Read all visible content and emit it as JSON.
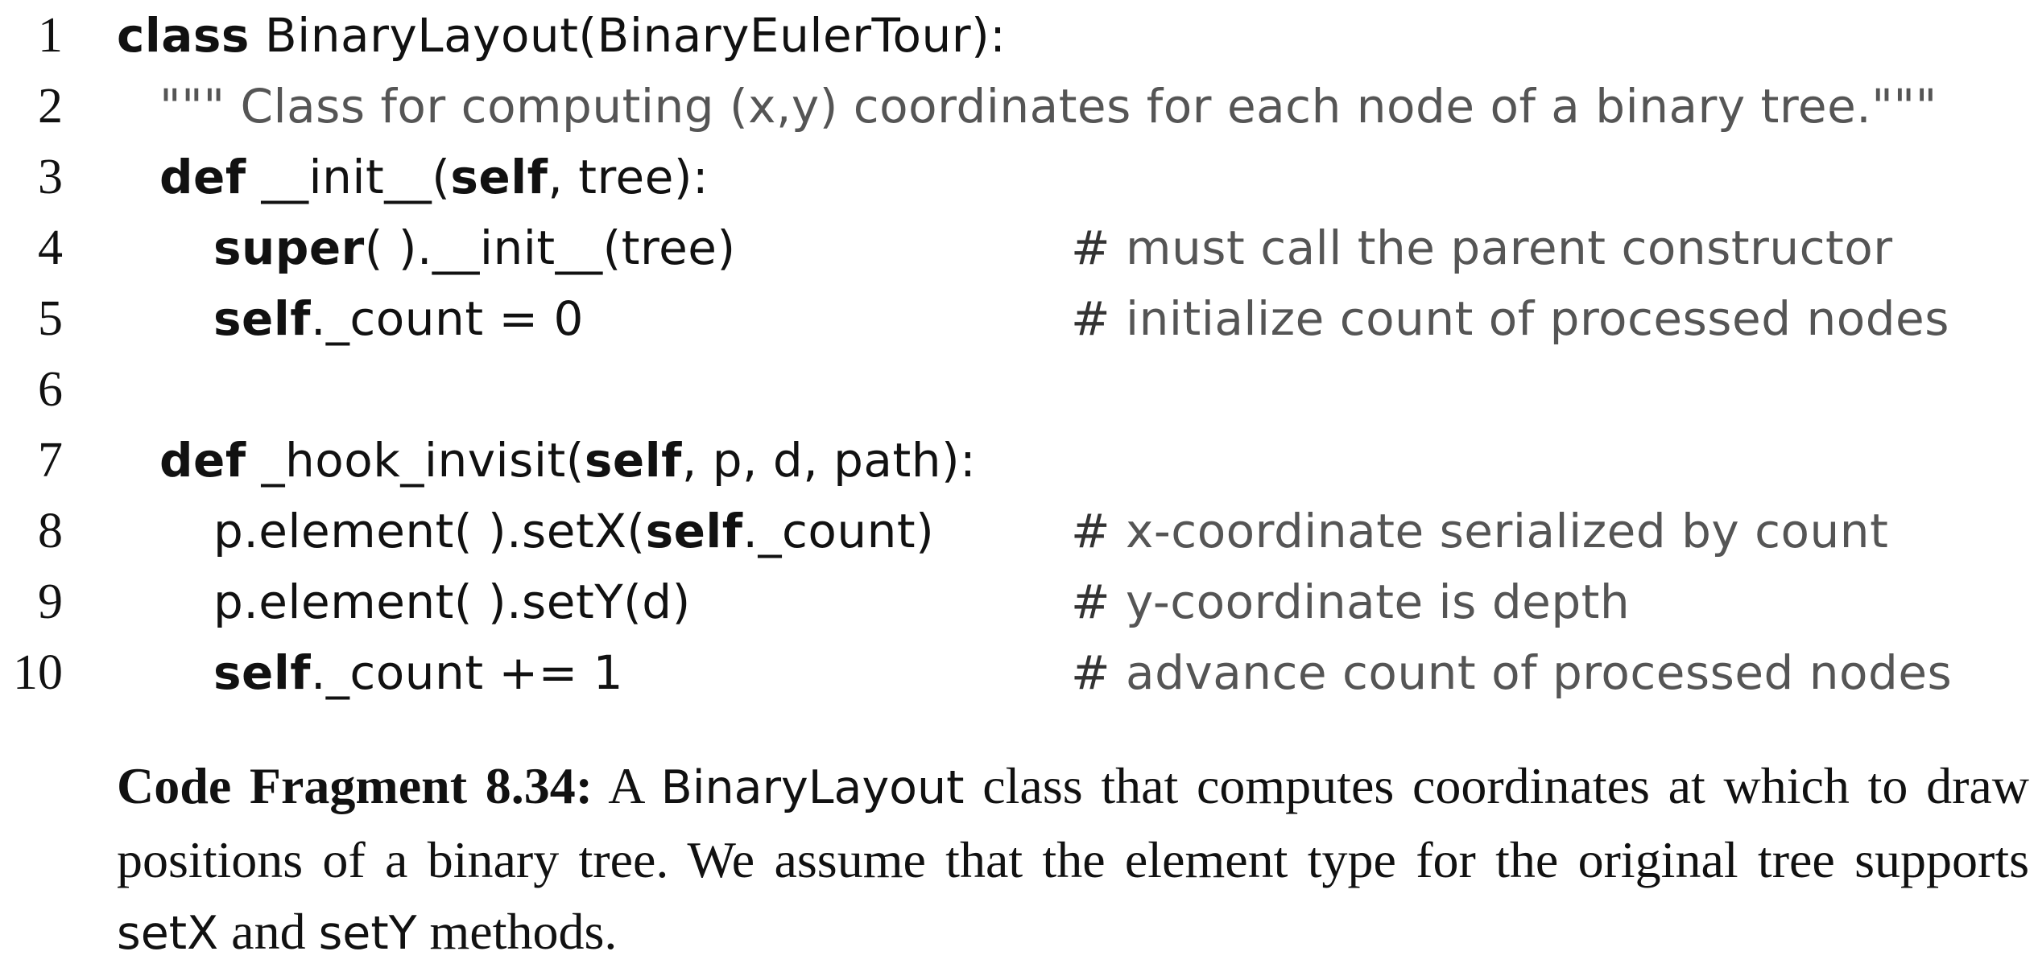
{
  "code": {
    "lines": [
      {
        "num": "1",
        "kw": "class",
        "text": " BinaryLayout(BinaryEulerTour):",
        "comment": ""
      },
      {
        "num": "2",
        "doc": "\"\"\" Class for computing (x,y) coordinates for each node of a binary tree.\"\"\"",
        "comment": ""
      },
      {
        "num": "3",
        "kw": "def",
        "pre": " __init__(",
        "self": "self",
        "post": ", tree):",
        "comment": ""
      },
      {
        "num": "4",
        "kw": "super",
        "text": "( ).__init__(tree)",
        "comment": "must call the parent constructor"
      },
      {
        "num": "5",
        "self": "self",
        "text": "._count = 0",
        "comment": "initialize count of processed nodes"
      },
      {
        "num": "6",
        "text": "",
        "comment": ""
      },
      {
        "num": "7",
        "kw": "def",
        "pre": " _hook_invisit(",
        "self": "self",
        "post": ", p, d, path):",
        "comment": ""
      },
      {
        "num": "8",
        "pre": "p.element( ).setX(",
        "self": "self",
        "post": "._count)",
        "comment": "x-coordinate serialized by count"
      },
      {
        "num": "9",
        "text": "p.element( ).setY(d)",
        "comment": "y-coordinate is depth"
      },
      {
        "num": "10",
        "self": "self",
        "text": "._count += 1",
        "comment": "advance count of processed nodes"
      }
    ],
    "comment_marker": "#"
  },
  "caption": {
    "lead": "Code Fragment 8.34:",
    "part1": " A ",
    "class_name": "BinaryLayout",
    "part2": " class that computes coordinates at which to draw positions of a binary tree.  We assume that the element type for the original tree supports ",
    "m1": "setX",
    "part3": " and ",
    "m2": "setY",
    "part4": " methods."
  }
}
